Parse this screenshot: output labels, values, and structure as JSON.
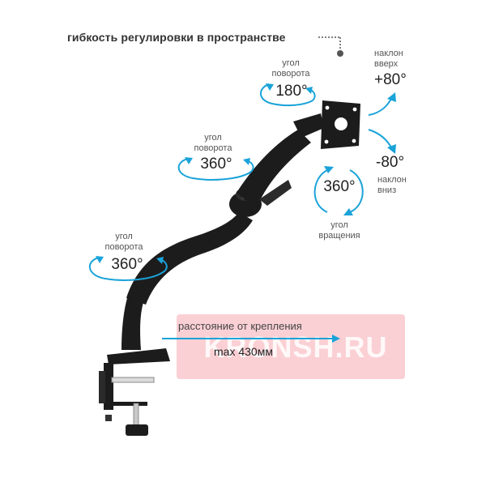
{
  "title": "гибкость регулировки в пространстве",
  "labels": {
    "angle_rotation": "угол\nповорота",
    "angle_turn": "угол\nвращения",
    "tilt_up": "наклон\nвверх",
    "tilt_down": "наклон\nвниз"
  },
  "values": {
    "rotation_top": "180°",
    "rotation_mid": "360°",
    "rotation_low": "360°",
    "rotation_monitor": "360°",
    "tilt_up": "+80°",
    "tilt_down": "-80°"
  },
  "reach": {
    "label": "расстояние от крепления",
    "value": "max 430мм"
  },
  "watermark": "KRONSH.RU",
  "colors": {
    "arrow": "#1aa3d9",
    "arm": "#1c1c1c",
    "watermark_bg": "#f496a0"
  }
}
